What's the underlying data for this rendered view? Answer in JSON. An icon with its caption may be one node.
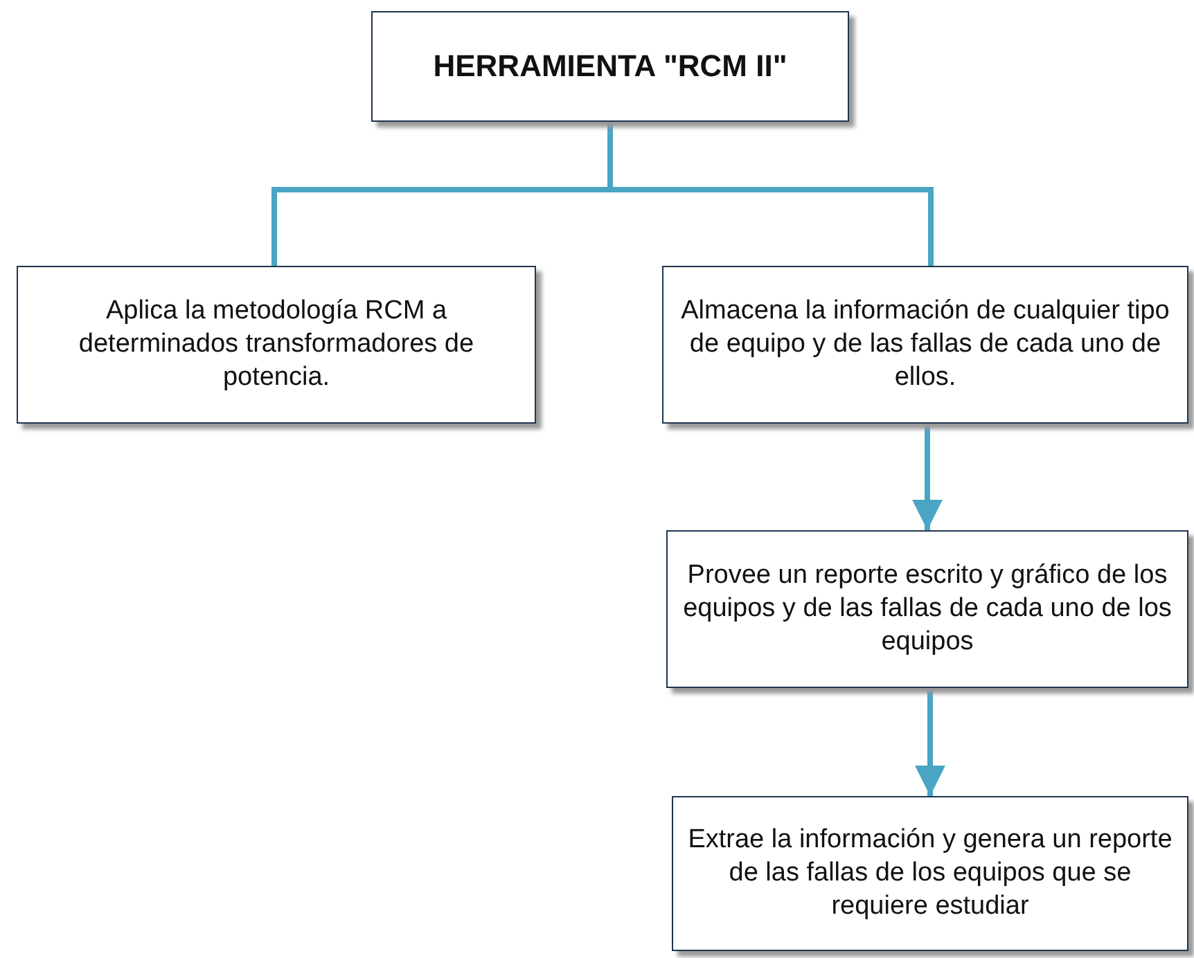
{
  "diagram": {
    "nodes": [
      {
        "text": [
          "HERRAMIENTA \"RCM II\""
        ]
      },
      {
        "text": [
          "Aplica la metodología RCM a determinados transformadores de potencia."
        ]
      },
      {
        "text": [
          "Almacena la información de cualquier tipo de equipo y de las fallas de cada uno de ellos."
        ]
      },
      {
        "text": [
          "Provee un reporte escrito y gráfico de los equipos y de las fallas de cada uno de los equipos"
        ]
      },
      {
        "text": [
          "Extrae la información y genera un reporte de las fallas de los equipos que se requiere estudiar"
        ]
      }
    ],
    "edges": [
      {
        "from": 0,
        "to": 1,
        "arrow": "none"
      },
      {
        "from": 0,
        "to": 2,
        "arrow": "none"
      },
      {
        "from": 2,
        "to": 3,
        "arrow": "to"
      },
      {
        "from": 3,
        "to": 4,
        "arrow": "to"
      }
    ]
  }
}
